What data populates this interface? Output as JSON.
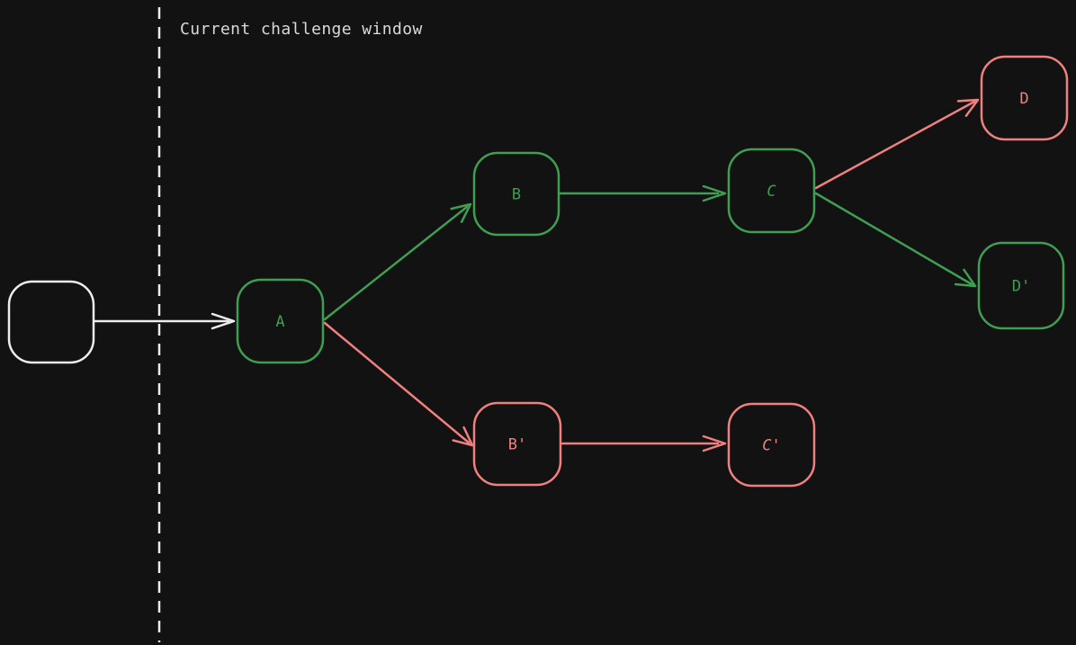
{
  "caption": "Current challenge window",
  "colors": {
    "background": "#121212",
    "green": "#3f9e52",
    "red": "#f08080",
    "white": "#ececec",
    "caption": "#d9d9d9"
  },
  "nodes": {
    "start": {
      "label": "",
      "color": "white"
    },
    "a": {
      "label": "A",
      "color": "green"
    },
    "b": {
      "label": "B",
      "color": "green"
    },
    "c": {
      "label": "C",
      "color": "green"
    },
    "d": {
      "label": "D",
      "color": "red"
    },
    "d_prime": {
      "label": "D'",
      "color": "green"
    },
    "b_prime": {
      "label": "B'",
      "color": "red"
    },
    "c_prime": {
      "label": "C'",
      "color": "red"
    }
  },
  "edges": [
    {
      "from": "start",
      "to": "a",
      "color": "white"
    },
    {
      "from": "a",
      "to": "b",
      "color": "green"
    },
    {
      "from": "b",
      "to": "c",
      "color": "green"
    },
    {
      "from": "c",
      "to": "d",
      "color": "red"
    },
    {
      "from": "c",
      "to": "d_prime",
      "color": "green"
    },
    {
      "from": "a",
      "to": "b_prime",
      "color": "red"
    },
    {
      "from": "b_prime",
      "to": "c_prime",
      "color": "red"
    }
  ]
}
